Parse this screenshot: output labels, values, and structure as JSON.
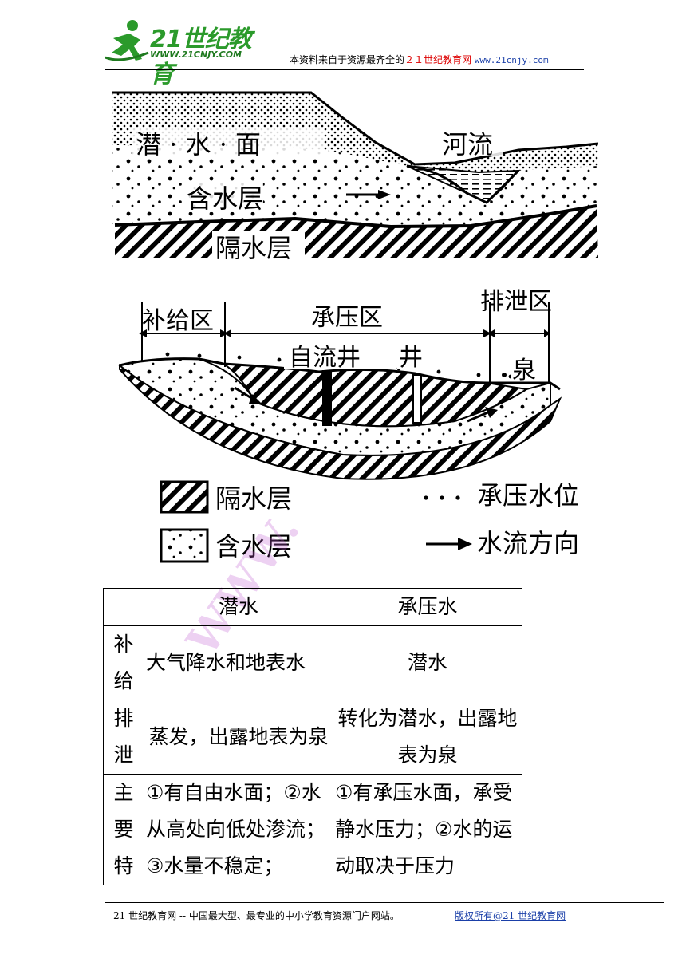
{
  "header": {
    "logo_text": "21世纪教育",
    "logo_url": "WWW.21CNJY.COM",
    "note_prefix": "本资料来自于资源最齐全的",
    "note_site": "２１世纪教育网",
    "note_url": "www.21cnjy.com"
  },
  "diagram_top": {
    "water_table_label": "潜 · 水 · 面",
    "river_label": "河流",
    "aquifer_label": "含水层",
    "aquiclude_label": "隔水层"
  },
  "diagram_bottom": {
    "recharge_zone": "补给区",
    "confined_zone": "承压区",
    "discharge_zone": "排泄区",
    "artesian_well": "自流井",
    "well": "井",
    "spring": "泉"
  },
  "legend": {
    "aquiclude": "隔水层",
    "aquifer": "含水层",
    "confined_level": "承压水位",
    "flow_direction": "水流方向"
  },
  "watermark": "WWW.",
  "table": {
    "headers": [
      "",
      "潜水",
      "承压水"
    ],
    "rows": [
      {
        "label": "补给",
        "phreatic": "大气降水和地表水",
        "confined": "潜水"
      },
      {
        "label": "排泄",
        "phreatic": "蒸发，出露地表为泉",
        "confined": "转化为潜水，出露地表为泉"
      },
      {
        "label": "主要特",
        "phreatic": "①有自由水面；②水从高处向低处渗流；③水量不稳定；",
        "confined": "①有承压水面，承受静水压力；②水的运动取决于压力"
      }
    ]
  },
  "footer": {
    "text": "21 世纪教育网 -- 中国最大型、最专业的中小学教育资源门户网站。",
    "copyright": "版权所有@21 世纪教育网"
  }
}
